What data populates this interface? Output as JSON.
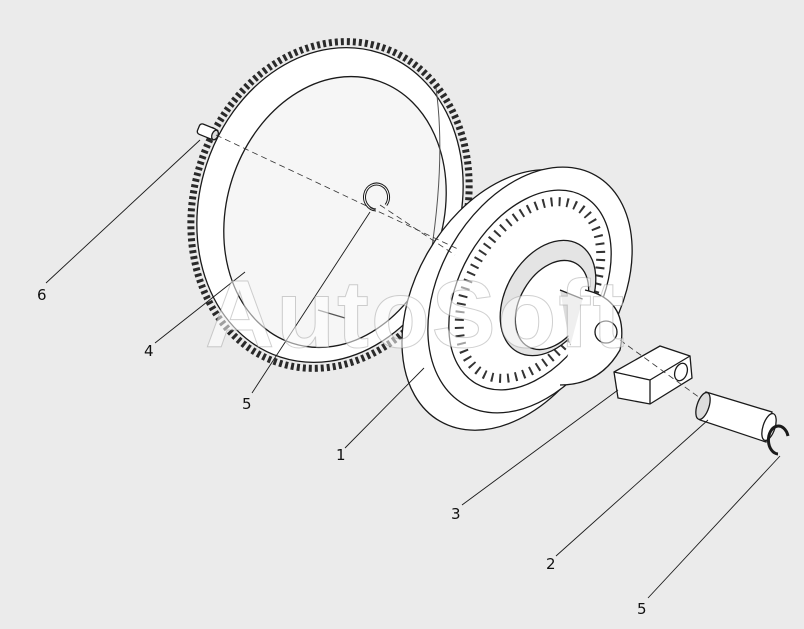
{
  "watermark": "AutoSoft",
  "callouts": [
    {
      "id": "callout-6-left",
      "label": "6"
    },
    {
      "id": "callout-4",
      "label": "4"
    },
    {
      "id": "callout-5-upper",
      "label": "5"
    },
    {
      "id": "callout-1",
      "label": "1"
    },
    {
      "id": "callout-3",
      "label": "3"
    },
    {
      "id": "callout-2",
      "label": "2"
    },
    {
      "id": "callout-5-lower",
      "label": "5"
    }
  ],
  "colors": {
    "background": "#ebebeb",
    "line": "#1a1a1a",
    "part_fill": "#ffffff",
    "shade": "#d9d9d9"
  }
}
